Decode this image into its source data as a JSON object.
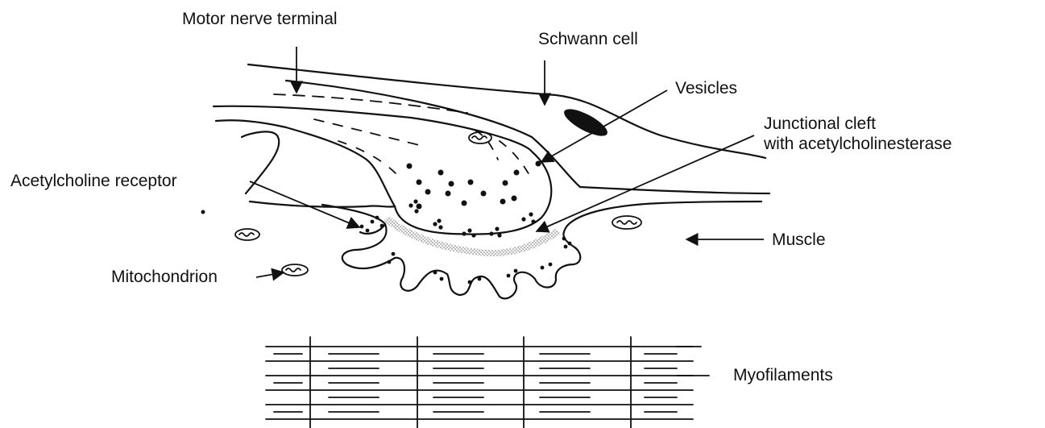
{
  "labels": {
    "motor_nerve_terminal": "Motor nerve terminal",
    "schwann_cell": "Schwann cell",
    "vesicles": "Vesicles",
    "junctional_cleft_line1": "Junctional cleft",
    "junctional_cleft_line2": "with acetylcholinesterase",
    "acetylcholine_receptor": "Acetylcholine receptor",
    "muscle": "Muscle",
    "mitochondrion": "Mitochondrion",
    "myofilaments": "Myofilaments"
  },
  "colors": {
    "ink": "#111111",
    "background": "#ffffff",
    "cleft_stipple": "#9a9a9a"
  }
}
